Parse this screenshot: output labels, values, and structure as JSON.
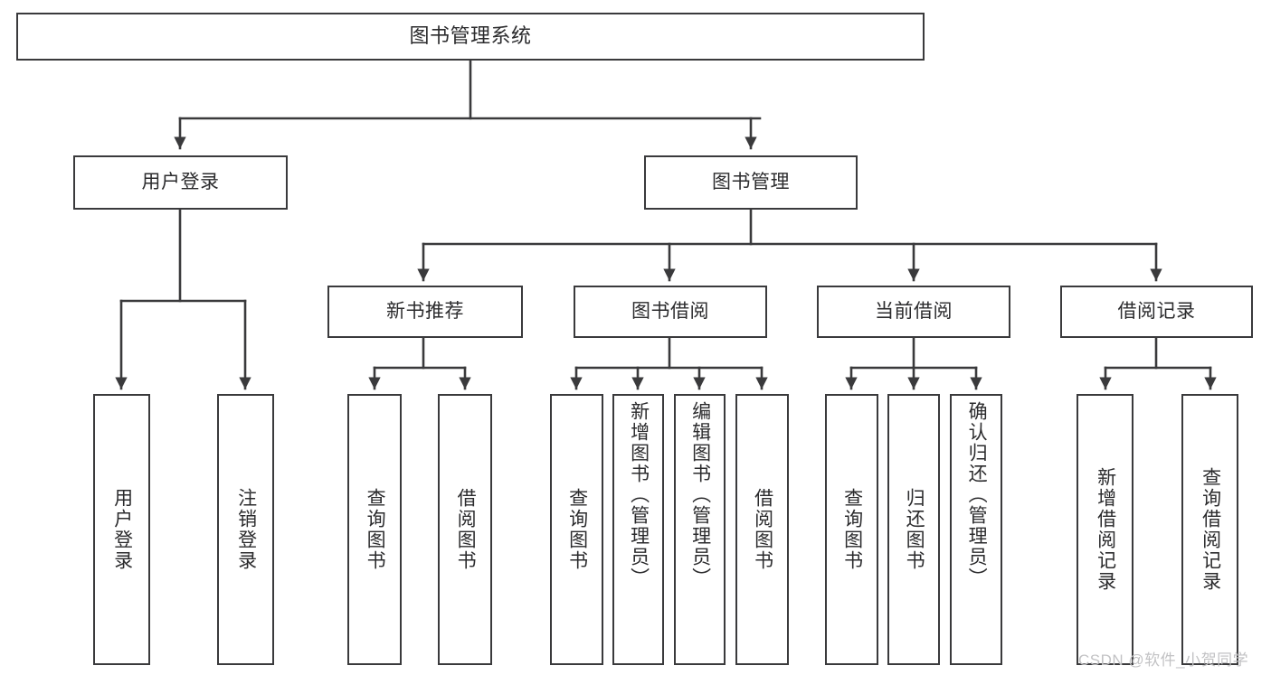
{
  "diagram": {
    "type": "tree",
    "title": "图书管理系统",
    "orientation": "top-down",
    "colors": {
      "background": "#ffffff",
      "node_border": "#3a3a3c",
      "node_fill": "#ffffff",
      "text": "#2b2b2d",
      "connector": "#3a3a3c",
      "watermark": "#c2c2c4"
    }
  },
  "root": {
    "label": "图书管理系统"
  },
  "level2": [
    {
      "label": "用户登录"
    },
    {
      "label": "图书管理"
    }
  ],
  "level3": [
    {
      "label": "新书推荐"
    },
    {
      "label": "图书借阅"
    },
    {
      "label": "当前借阅"
    },
    {
      "label": "借阅记录"
    }
  ],
  "leaves": {
    "user_login": [
      {
        "label": "用户登录"
      },
      {
        "label": "注销登录"
      }
    ],
    "new_book_recommend": [
      {
        "label": "查询图书"
      },
      {
        "label": "借阅图书"
      }
    ],
    "book_borrow": [
      {
        "label": "查询图书"
      },
      {
        "label": "新增图书（管理员）"
      },
      {
        "label": "编辑图书（管理员）"
      },
      {
        "label": "借阅图书"
      }
    ],
    "current_borrow": [
      {
        "label": "查询图书"
      },
      {
        "label": "归还图书"
      },
      {
        "label": "确认归还（管理员）"
      }
    ],
    "borrow_record": [
      {
        "label": "新增借阅记录"
      },
      {
        "label": "查询借阅记录"
      }
    ]
  },
  "watermark": {
    "text": "CSDN @软件_小贺同学"
  }
}
